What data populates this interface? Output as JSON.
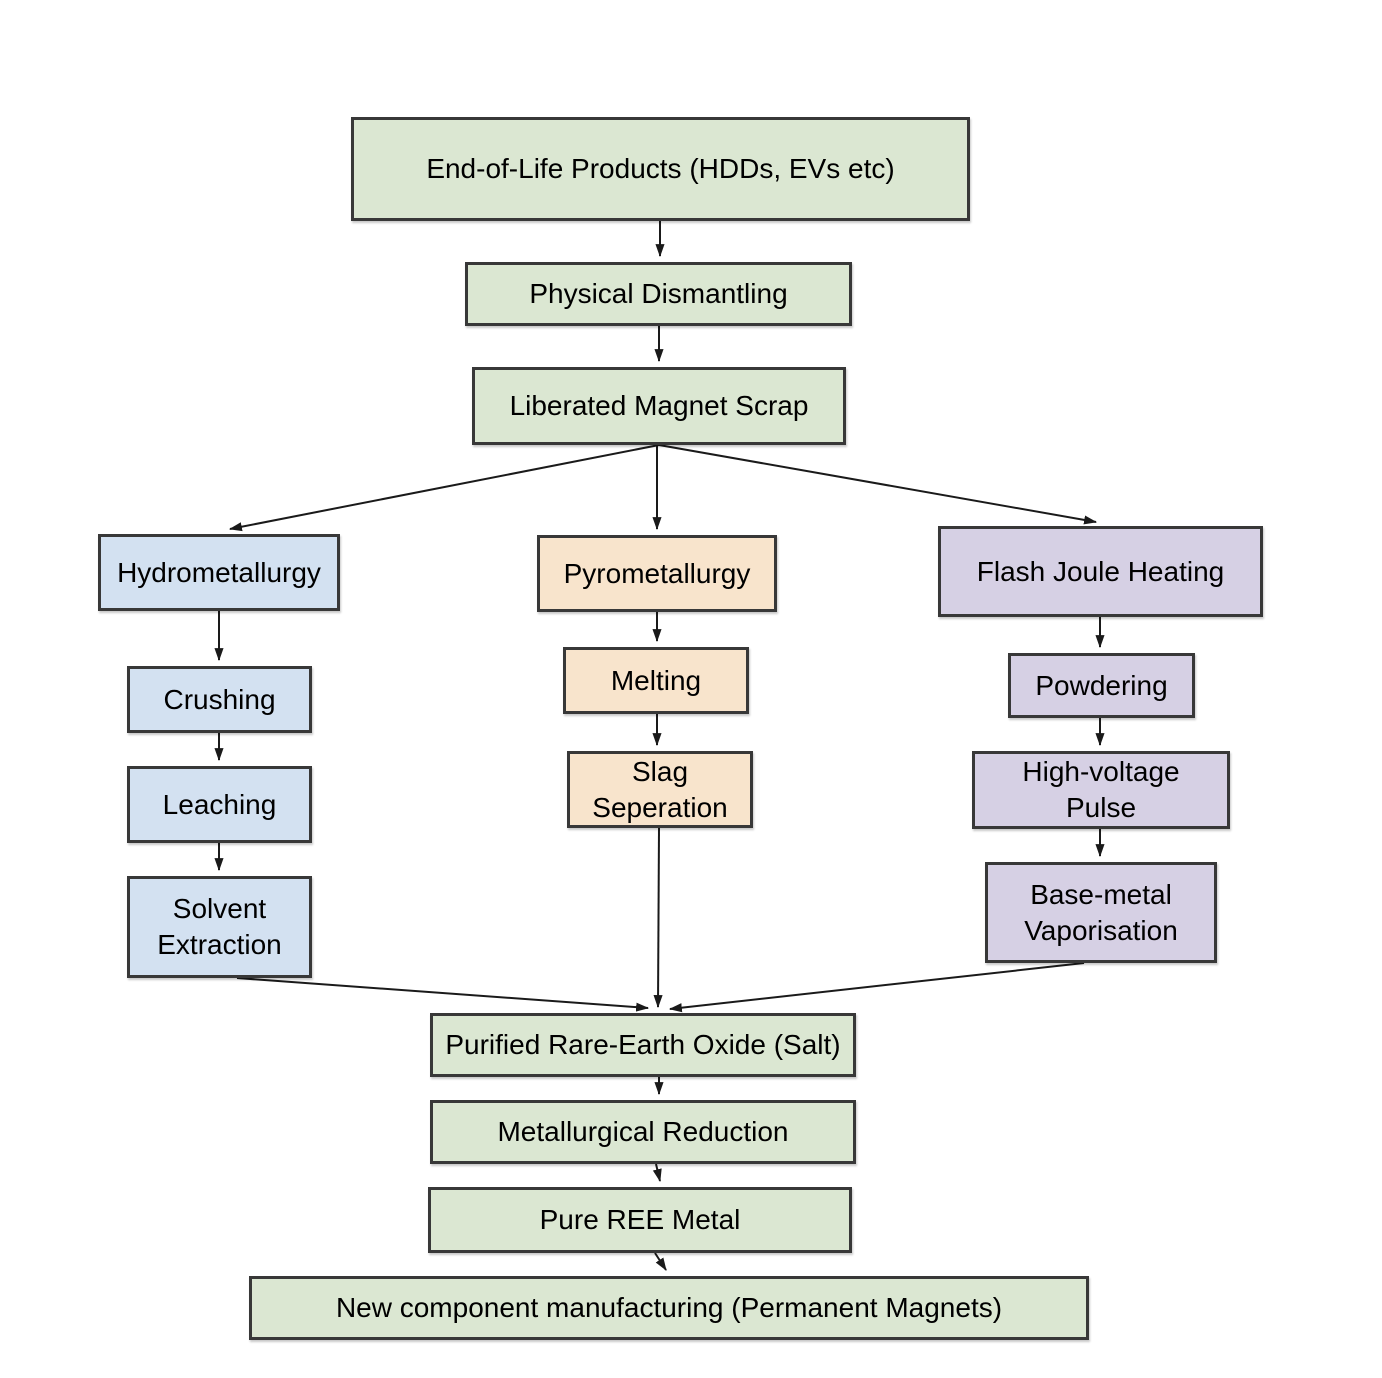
{
  "colors": {
    "stage_green": "#dbe7d2",
    "hydrometallurgy_blue": "#d3e1f1",
    "pyrometallurgy_orange": "#f8e4cc",
    "flash_joule_purple": "#d6d0e4",
    "box_border": "#383838",
    "arrow": "#1a1a1a",
    "background": "#ffffff",
    "text": "#000000"
  },
  "nodes": {
    "eol": {
      "label": "End-of-Life Products (HDDs, EVs etc)"
    },
    "dismantling": {
      "label": "Physical Dismantling"
    },
    "scrap": {
      "label": "Liberated Magnet Scrap"
    },
    "hydro": {
      "label": "Hydrometallurgy"
    },
    "crushing": {
      "label": "Crushing"
    },
    "leaching": {
      "label": "Leaching"
    },
    "solvent": {
      "label": "Solvent Extraction"
    },
    "pyro": {
      "label": "Pyrometallurgy"
    },
    "melting": {
      "label": "Melting"
    },
    "slag": {
      "label": "Slag Seperation"
    },
    "fjh": {
      "label": "Flash Joule Heating"
    },
    "powdering": {
      "label": "Powdering"
    },
    "hvp": {
      "label": "High-voltage Pulse"
    },
    "vapor": {
      "label": "Base-metal Vaporisation"
    },
    "oxide": {
      "label": "Purified Rare-Earth Oxide (Salt)"
    },
    "reduction": {
      "label": "Metallurgical Reduction"
    },
    "pure": {
      "label": "Pure REE Metal"
    },
    "newcomp": {
      "label": "New component manufacturing (Permanent Magnets)"
    }
  },
  "edges": [
    {
      "from": "eol",
      "to": "dismantling"
    },
    {
      "from": "dismantling",
      "to": "scrap"
    },
    {
      "from": "scrap",
      "to": "hydro"
    },
    {
      "from": "scrap",
      "to": "pyro"
    },
    {
      "from": "scrap",
      "to": "fjh"
    },
    {
      "from": "hydro",
      "to": "crushing"
    },
    {
      "from": "crushing",
      "to": "leaching"
    },
    {
      "from": "leaching",
      "to": "solvent"
    },
    {
      "from": "pyro",
      "to": "melting"
    },
    {
      "from": "melting",
      "to": "slag"
    },
    {
      "from": "fjh",
      "to": "powdering"
    },
    {
      "from": "powdering",
      "to": "hvp"
    },
    {
      "from": "hvp",
      "to": "vapor"
    },
    {
      "from": "solvent",
      "to": "oxide"
    },
    {
      "from": "slag",
      "to": "oxide"
    },
    {
      "from": "vapor",
      "to": "oxide"
    },
    {
      "from": "oxide",
      "to": "reduction"
    },
    {
      "from": "reduction",
      "to": "pure"
    },
    {
      "from": "pure",
      "to": "newcomp"
    }
  ]
}
